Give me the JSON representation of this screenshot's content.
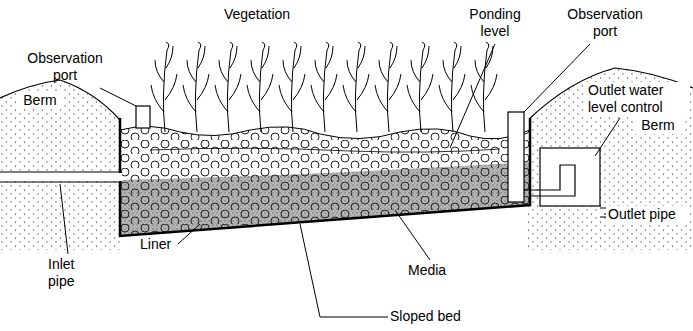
{
  "diagram": {
    "labels": [
      "Vegetation",
      "Ponding level",
      "Observation port",
      "Observation port",
      "Berm",
      "Berm",
      "Outlet water level control",
      "Liner",
      "Inlet pipe",
      "Media",
      "Sloped bed",
      "Outlet pipe"
    ]
  }
}
